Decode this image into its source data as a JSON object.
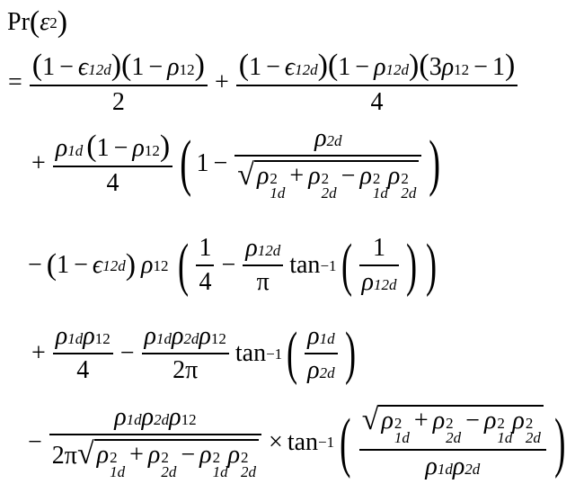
{
  "header": {
    "pr": "Pr",
    "eps": "ε",
    "eps_sub": "2"
  },
  "symbols": {
    "rho": "ρ",
    "eps": "ϵ",
    "pi": "π",
    "tan": "tan",
    "inv": "−1",
    "sq": "2",
    "one": "1",
    "two": "2",
    "three": "3",
    "four": "4",
    "s12d": "12d",
    "s12": "12",
    "s1d": "1d",
    "s2d": "2d",
    "eq": "=",
    "plus": "+",
    "minus": "−",
    "times": "×",
    "two_pi": "2π"
  }
}
